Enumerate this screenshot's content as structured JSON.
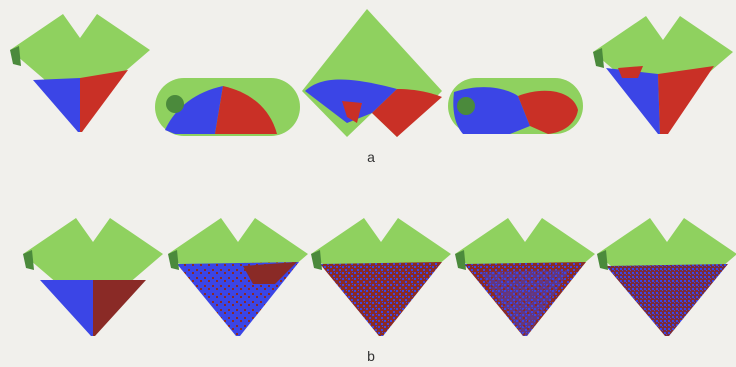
{
  "figure": {
    "panel_labels": {
      "a": "a",
      "b": "b"
    },
    "colors": {
      "background": "#f1f0ec",
      "green": "#8fd15f",
      "blue": "#3b45e6",
      "red": "#c93026",
      "dark_red": "#8a2a26",
      "dark_green": "#4b8a3c"
    },
    "row_a_frames": [
      "v-blender-upright",
      "v-blender-horizontal-left",
      "v-blender-inverted",
      "v-blender-horizontal-right",
      "v-blender-upright-mixed"
    ],
    "row_b_frames": [
      "mixing-stage-1",
      "mixing-stage-2",
      "mixing-stage-3",
      "mixing-stage-4",
      "mixing-stage-5"
    ]
  }
}
